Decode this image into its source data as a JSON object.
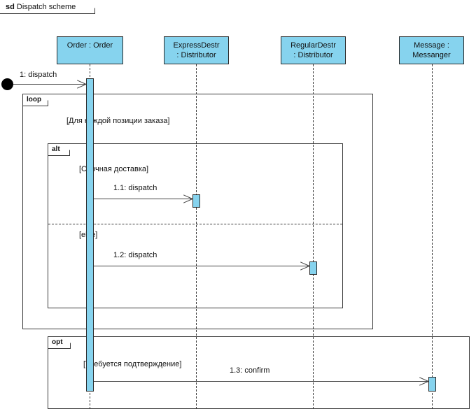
{
  "diagram": {
    "kind": "sd",
    "keyword": "sd",
    "title": "Dispatch scheme",
    "colors": {
      "lifeline_fill": "#86d3ee",
      "line": "#3a3a3a",
      "message_line": "#444444",
      "start_node": "#000000",
      "background": "#ffffff"
    }
  },
  "lifelines": [
    {
      "id": "order",
      "name": "Order : Order",
      "line1": "Order : Order",
      "line2": ""
    },
    {
      "id": "express",
      "name": "ExpressDestr : Distributor",
      "line1": "ExpressDestr",
      "line2": ": Distributor"
    },
    {
      "id": "regular",
      "name": "RegularDestr : Distributor",
      "line1": "RegularDestr",
      "line2": ": Distributor"
    },
    {
      "id": "message",
      "name": "Message : Messanger",
      "line1": "Message :",
      "line2": "Messanger"
    }
  ],
  "start_node": {
    "label": "start-node"
  },
  "messages": [
    {
      "id": "m1",
      "label": "1: dispatch",
      "from": "start",
      "to": "order"
    },
    {
      "id": "m1_1",
      "label": "1.1: dispatch",
      "from": "order",
      "to": "express"
    },
    {
      "id": "m1_2",
      "label": "1.2: dispatch",
      "from": "order",
      "to": "regular"
    },
    {
      "id": "m1_3",
      "label": "1.3: confirm",
      "from": "order",
      "to": "message"
    }
  ],
  "fragments": [
    {
      "id": "loop",
      "operator": "loop",
      "guard": "[Для каждой позиции заказа]"
    },
    {
      "id": "alt",
      "operator": "alt",
      "guard": "[Срочная доставка]",
      "else_guard": "[else]"
    },
    {
      "id": "opt",
      "operator": "opt",
      "guard": "[Требуется подтверждение]"
    }
  ]
}
